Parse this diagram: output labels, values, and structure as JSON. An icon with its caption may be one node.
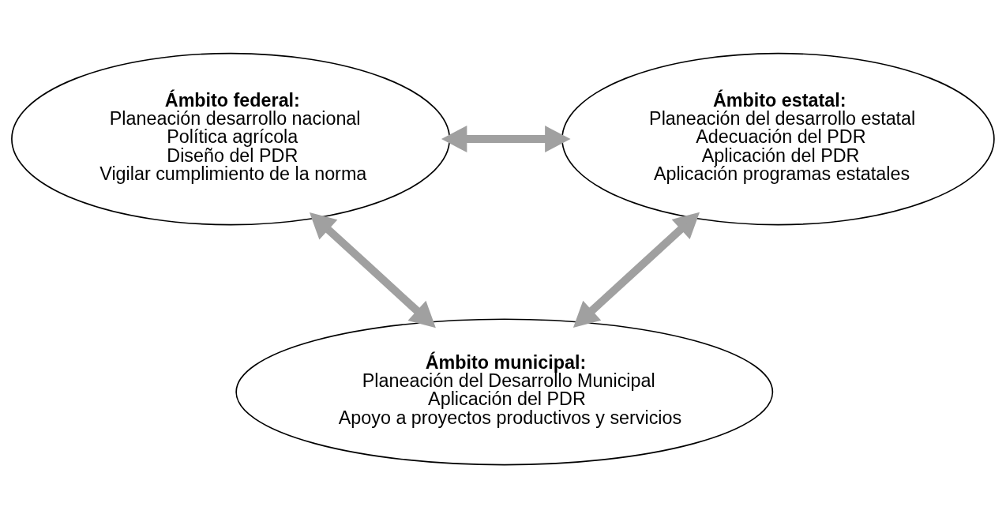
{
  "diagram": {
    "nodes": [
      {
        "text": [
          "Ámbito federal:",
          "Planeación desarrollo nacional",
          "Política agrícola",
          "Diseño del PDR",
          "Vigilar cumplimiento de la norma"
        ]
      },
      {
        "text": [
          "Ámbito estatal:",
          "Planeación del desarrollo estatal",
          "Adecuación del PDR",
          "Aplicación del PDR",
          "Aplicación programas estatales"
        ]
      },
      {
        "text": [
          "Ámbito municipal:",
          "Planeación del Desarrollo Municipal",
          "Aplicación del PDR",
          "Apoyo a proyectos productivos y servicios"
        ]
      }
    ],
    "edges": [
      {
        "from": 0,
        "to": 1,
        "arrow": "both"
      },
      {
        "from": 0,
        "to": 2,
        "arrow": "both"
      },
      {
        "from": 1,
        "to": 2,
        "arrow": "both"
      }
    ]
  }
}
